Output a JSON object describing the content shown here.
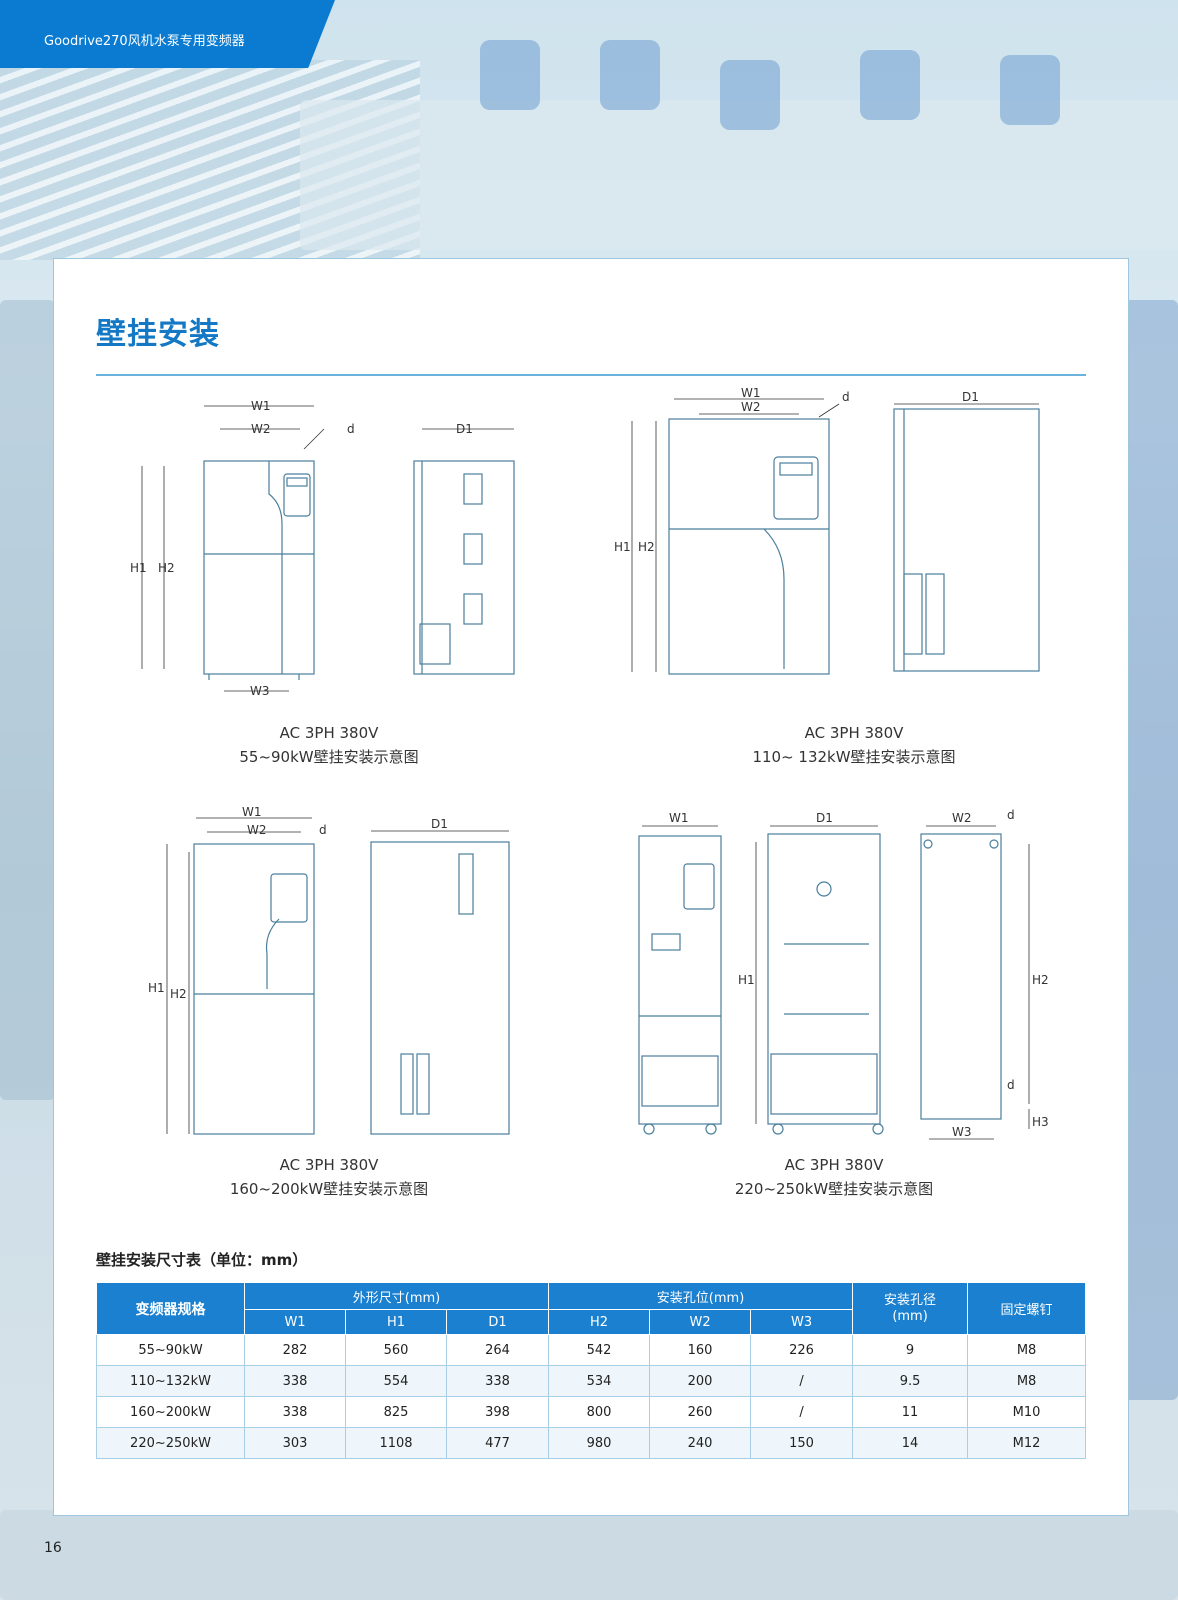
{
  "header": {
    "title": "Goodrive270风机水泵专用变频器"
  },
  "section": {
    "title": "壁挂安装"
  },
  "drawings": [
    {
      "caption_line1": "AC 3PH 380V",
      "caption_line2": "55~90kW壁挂安装示意图"
    },
    {
      "caption_line1": "AC 3PH 380V",
      "caption_line2": "110~ 132kW壁挂安装示意图"
    },
    {
      "caption_line1": "AC 3PH 380V",
      "caption_line2": "160~200kW壁挂安装示意图"
    },
    {
      "caption_line1": "AC 3PH 380V",
      "caption_line2": "220~250kW壁挂安装示意图"
    }
  ],
  "dim_labels": {
    "w1": "W1",
    "w2": "W2",
    "w3": "W3",
    "h1": "H1",
    "h2": "H2",
    "h3": "H3",
    "d1": "D1",
    "d": "d"
  },
  "table": {
    "title": "壁挂安装尺寸表（单位：mm）",
    "group_headers": {
      "model": "变频器规格",
      "outer": "外形尺寸(mm)",
      "mount": "安装孔位(mm)",
      "hole": "安装孔径\n(mm)",
      "screw": "固定螺钉"
    },
    "sub_headers": [
      "W1",
      "H1",
      "D1",
      "H2",
      "W2",
      "W3"
    ],
    "rows": [
      [
        "55~90kW",
        "282",
        "560",
        "264",
        "542",
        "160",
        "226",
        "9",
        "M8"
      ],
      [
        "110~132kW",
        "338",
        "554",
        "338",
        "534",
        "200",
        "/",
        "9.5",
        "M8"
      ],
      [
        "160~200kW",
        "338",
        "825",
        "398",
        "800",
        "260",
        "/",
        "11",
        "M10"
      ],
      [
        "220~250kW",
        "303",
        "1108",
        "477",
        "980",
        "240",
        "150",
        "14",
        "M12"
      ]
    ]
  },
  "page_number": "16"
}
